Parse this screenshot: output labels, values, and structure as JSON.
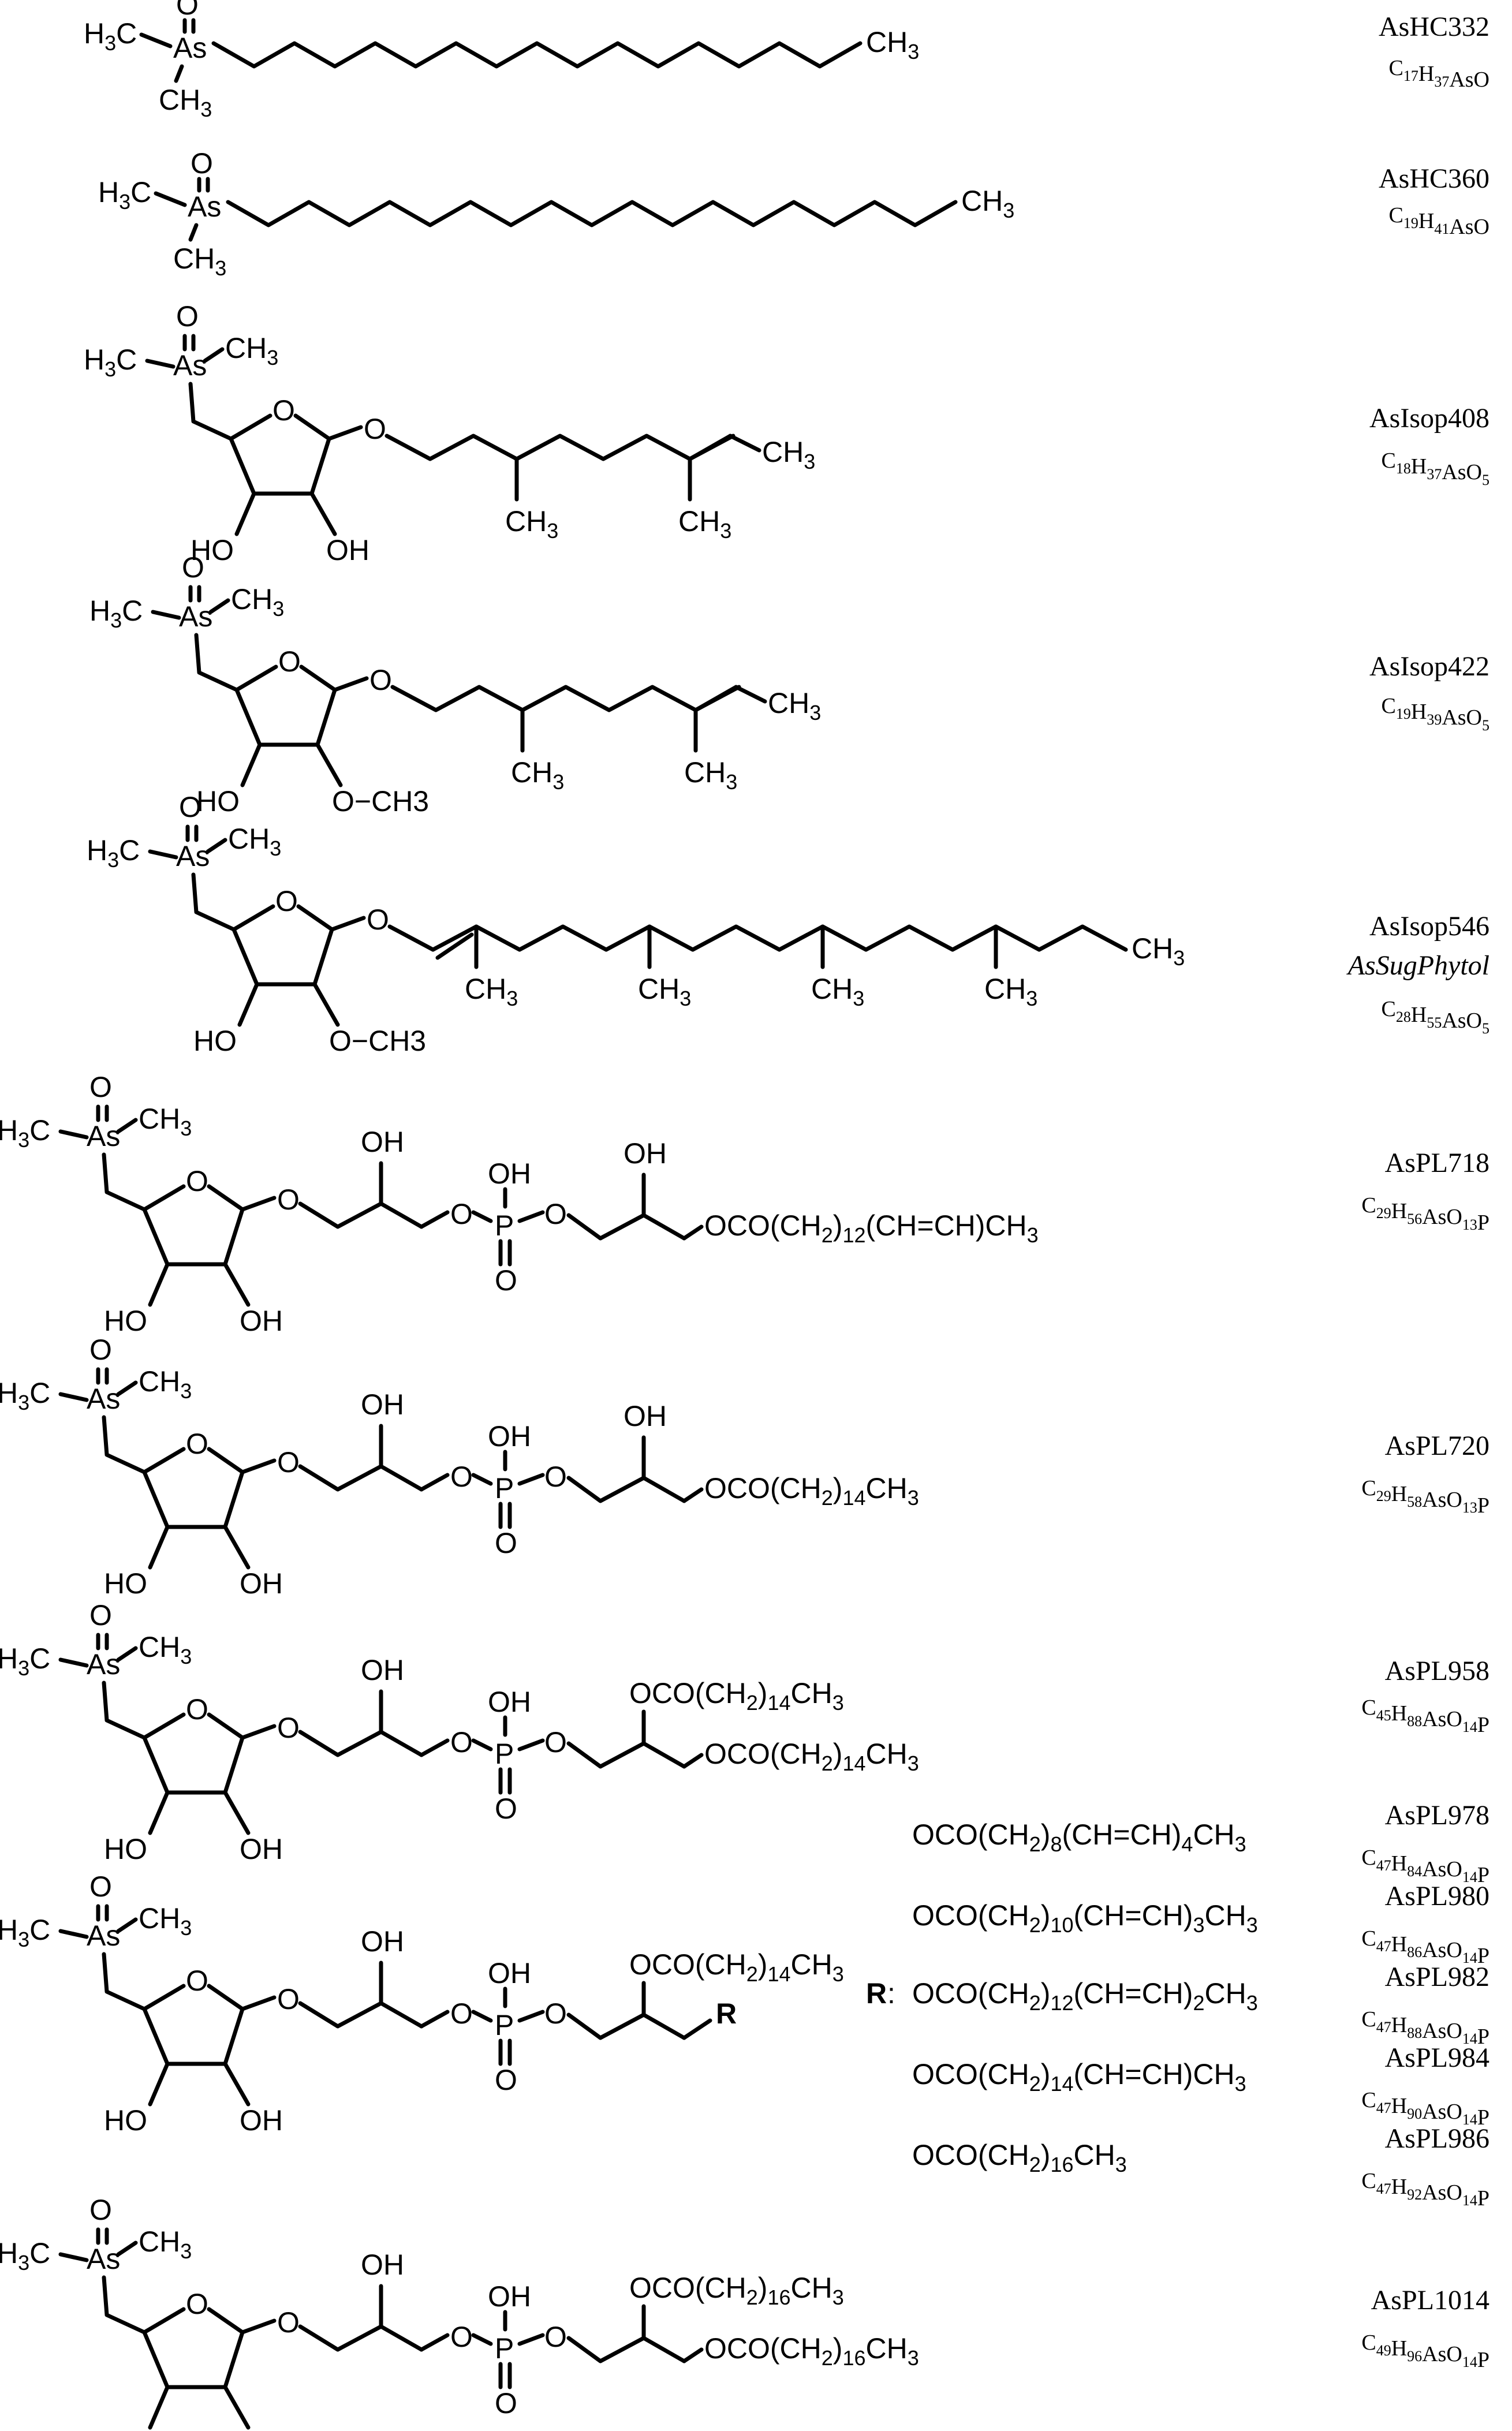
{
  "compounds": [
    {
      "name": "AsHC332",
      "formula": [
        [
          "C",
          "17"
        ],
        [
          "H",
          "37"
        ],
        [
          "AsO",
          ""
        ]
      ]
    },
    {
      "name": "AsHC360",
      "formula": [
        [
          "C",
          "19"
        ],
        [
          "H",
          "41"
        ],
        [
          "AsO",
          ""
        ]
      ]
    },
    {
      "name": "AsIsop408",
      "formula": [
        [
          "C",
          "18"
        ],
        [
          "H",
          "37"
        ],
        [
          "AsO",
          "5"
        ]
      ]
    },
    {
      "name": "AsIsop422",
      "formula": [
        [
          "C",
          "19"
        ],
        [
          "H",
          "39"
        ],
        [
          "AsO",
          "5"
        ]
      ]
    },
    {
      "name": "AsIsop546",
      "alias": "AsSugPhytol",
      "formula": [
        [
          "C",
          "28"
        ],
        [
          "H",
          "55"
        ],
        [
          "AsO",
          "5"
        ]
      ]
    },
    {
      "name": "AsPL718",
      "formula": [
        [
          "C",
          "29"
        ],
        [
          "H",
          "56"
        ],
        [
          "AsO",
          "13"
        ],
        [
          "P",
          ""
        ]
      ]
    },
    {
      "name": "AsPL720",
      "formula": [
        [
          "C",
          "29"
        ],
        [
          "H",
          "58"
        ],
        [
          "AsO",
          "13"
        ],
        [
          "P",
          ""
        ]
      ]
    },
    {
      "name": "AsPL958",
      "formula": [
        [
          "C",
          "45"
        ],
        [
          "H",
          "88"
        ],
        [
          "AsO",
          "14"
        ],
        [
          "P",
          ""
        ]
      ]
    },
    {
      "name": "AsPL978",
      "formula": [
        [
          "C",
          "47"
        ],
        [
          "H",
          "84"
        ],
        [
          "AsO",
          "14"
        ],
        [
          "P",
          ""
        ]
      ]
    },
    {
      "name": "AsPL980",
      "formula": [
        [
          "C",
          "47"
        ],
        [
          "H",
          "86"
        ],
        [
          "AsO",
          "14"
        ],
        [
          "P",
          ""
        ]
      ]
    },
    {
      "name": "AsPL982",
      "formula": [
        [
          "C",
          "47"
        ],
        [
          "H",
          "88"
        ],
        [
          "AsO",
          "14"
        ],
        [
          "P",
          ""
        ]
      ]
    },
    {
      "name": "AsPL984",
      "formula": [
        [
          "C",
          "47"
        ],
        [
          "H",
          "90"
        ],
        [
          "AsO",
          "14"
        ],
        [
          "P",
          ""
        ]
      ]
    },
    {
      "name": "AsPL986",
      "formula": [
        [
          "C",
          "47"
        ],
        [
          "H",
          "92"
        ],
        [
          "AsO",
          "14"
        ],
        [
          "P",
          ""
        ]
      ]
    },
    {
      "name": "AsPL1014",
      "formula": [
        [
          "C",
          "49"
        ],
        [
          "H",
          "96"
        ],
        [
          "AsO",
          "14"
        ],
        [
          "P",
          ""
        ]
      ]
    }
  ],
  "atoms": {
    "O": "O",
    "As": "As",
    "OH": "HO",
    "HOlabel": "OH",
    "P": "P",
    "H3C": "H3C",
    "CH3": "CH3",
    "R": "R"
  },
  "chains": {
    "pl718": [
      [
        "OCO(CH",
        ""
      ],
      [
        "2",
        ""
      ],
      [
        ")",
        ""
      ],
      [
        "12",
        ""
      ],
      [
        "(CH=CH)CH",
        ""
      ],
      [
        "3",
        ""
      ]
    ],
    "pl720": [
      [
        "OCO(CH",
        ""
      ],
      [
        "2",
        ""
      ],
      [
        ")",
        ""
      ],
      [
        "14",
        ""
      ],
      [
        "CH",
        ""
      ],
      [
        "3",
        ""
      ]
    ]
  },
  "r_groups": [
    [
      [
        "OCO(CH",
        ""
      ],
      [
        "2",
        "s"
      ],
      [
        ")",
        ""
      ],
      [
        "8",
        "s"
      ],
      [
        "(CH=CH)",
        ""
      ],
      [
        "4",
        "s"
      ],
      [
        "CH",
        ""
      ],
      [
        "3",
        "s"
      ]
    ],
    [
      [
        "OCO(CH",
        ""
      ],
      [
        "2",
        "s"
      ],
      [
        ")",
        ""
      ],
      [
        "10",
        "s"
      ],
      [
        "(CH=CH)",
        ""
      ],
      [
        "3",
        "s"
      ],
      [
        "CH",
        ""
      ],
      [
        "3",
        "s"
      ]
    ],
    [
      [
        "OCO(CH",
        ""
      ],
      [
        "2",
        "s"
      ],
      [
        ")",
        ""
      ],
      [
        "12",
        "s"
      ],
      [
        "(CH=CH)",
        ""
      ],
      [
        "2",
        "s"
      ],
      [
        "CH",
        ""
      ],
      [
        "3",
        "s"
      ]
    ],
    [
      [
        "OCO(CH",
        ""
      ],
      [
        "2",
        "s"
      ],
      [
        ")",
        ""
      ],
      [
        "14",
        "s"
      ],
      [
        "(CH=CH)CH",
        ""
      ],
      [
        "3",
        "s"
      ]
    ],
    [
      [
        "OCO(CH",
        ""
      ],
      [
        "2",
        "s"
      ],
      [
        ")",
        ""
      ],
      [
        "16",
        "s"
      ],
      [
        "CH",
        ""
      ],
      [
        "3",
        "s"
      ]
    ]
  ],
  "acyl": {
    "c16": [
      [
        "OCO(CH",
        ""
      ],
      [
        "2",
        "s"
      ],
      [
        ")",
        ""
      ],
      [
        "14",
        "s"
      ],
      [
        "CH",
        ""
      ],
      [
        "3",
        "s"
      ]
    ],
    "c18": [
      [
        "OCO(CH",
        ""
      ],
      [
        "2",
        "s"
      ],
      [
        ")",
        ""
      ],
      [
        "16",
        "s"
      ],
      [
        "CH",
        ""
      ],
      [
        "3",
        "s"
      ]
    ],
    "c16ene": [
      [
        "OCO(CH",
        ""
      ],
      [
        "2",
        "s"
      ],
      [
        ")",
        ""
      ],
      [
        "12",
        "s"
      ],
      [
        "(CH=CH)CH",
        ""
      ],
      [
        "3",
        "s"
      ]
    ]
  },
  "ome": "O−CH3"
}
